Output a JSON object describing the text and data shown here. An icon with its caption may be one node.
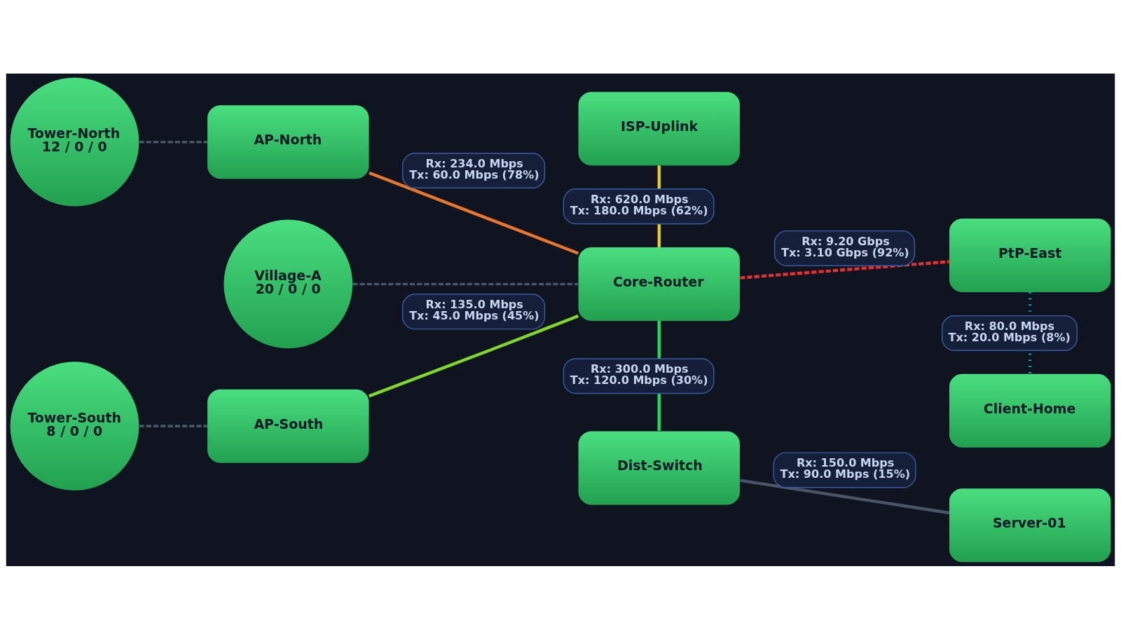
{
  "diagram": {
    "nodes": [
      {
        "text": [
          "ISP-Uplink"
        ]
      },
      {
        "text": [
          "Tower-North",
          "12 / 0 / 0"
        ]
      },
      {
        "text": [
          "AP-North"
        ]
      },
      {
        "text": [
          "PtP-East"
        ]
      },
      {
        "text": [
          "Village-A",
          "20 / 0 / 0"
        ]
      },
      {
        "text": [
          "Core-Router"
        ]
      },
      {
        "text": [
          "Client-Home"
        ]
      },
      {
        "text": [
          "Tower-South",
          "8 / 0 / 0"
        ]
      },
      {
        "text": [
          "AP-South"
        ]
      },
      {
        "text": [
          "Dist-Switch"
        ]
      },
      {
        "text": [
          "Server-01"
        ]
      }
    ],
    "edges": [
      {
        "from": 1,
        "to": 2,
        "arrow": "none",
        "style": "dashed"
      },
      {
        "from": 2,
        "to": 5,
        "arrow": "none",
        "label": "Rx: 234.0 Mbps Tx: 60.0 Mbps (78%)",
        "color": "#e8762e"
      },
      {
        "from": 0,
        "to": 5,
        "arrow": "none",
        "label": "Rx: 620.0 Mbps Tx: 180.0 Mbps (62%)",
        "color": "#e5d027"
      },
      {
        "from": 5,
        "to": 3,
        "arrow": "none",
        "label": "Rx: 9.20 Gbps Tx: 3.10 Gbps (92%)",
        "style": "dashed",
        "color": "#e53030"
      },
      {
        "from": 3,
        "to": 6,
        "arrow": "none",
        "label": "Rx: 80.0 Mbps Tx: 20.0 Mbps (8%)",
        "style": "dashed",
        "color": "#22b5e0"
      },
      {
        "from": 4,
        "to": 5,
        "arrow": "none",
        "style": "dashed"
      },
      {
        "from": 8,
        "to": 5,
        "arrow": "none",
        "label": "Rx: 135.0 Mbps Tx: 45.0 Mbps (45%)",
        "color": "#7ed62e"
      },
      {
        "from": 5,
        "to": 9,
        "arrow": "none",
        "label": "Rx: 300.0 Mbps Tx: 120.0 Mbps (30%)",
        "color": "#22d860"
      },
      {
        "from": 9,
        "to": 10,
        "arrow": "none",
        "label": "Rx: 150.0 Mbps Tx: 90.0 Mbps (15%)"
      },
      {
        "from": 7,
        "to": 8,
        "arrow": "none",
        "style": "dashed"
      }
    ]
  }
}
